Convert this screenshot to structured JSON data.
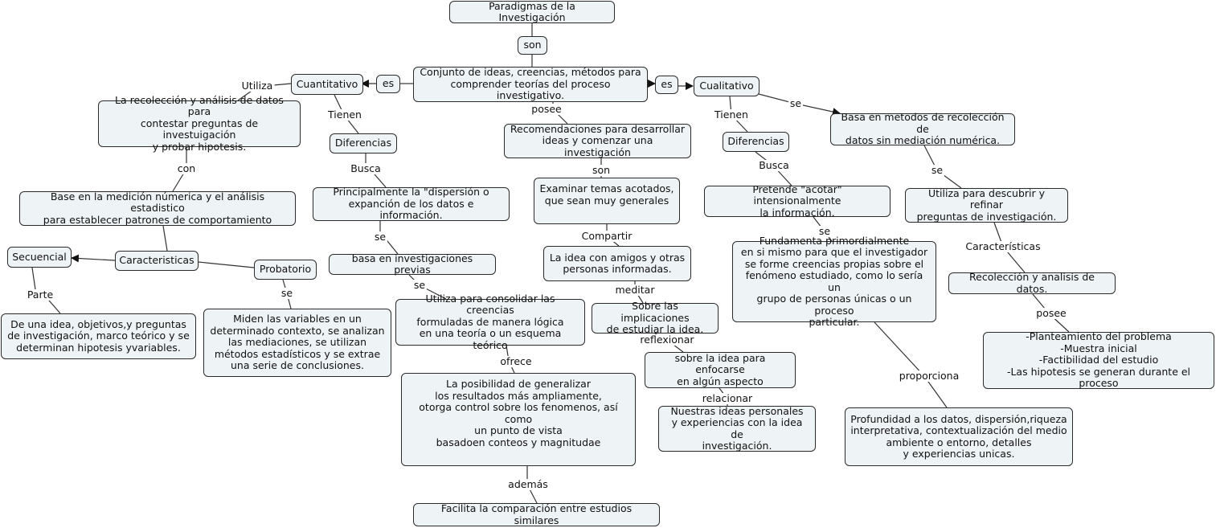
{
  "nodes": {
    "paradigmas": "Paradigmas de la Investigación",
    "son": "son",
    "conjunto": "Conjunto de ideas, creencias, métodos para\ncomprender teorías del proceso investigativo.",
    "es_left": "es",
    "es_right": "es",
    "cuantitativo": "Cuantitativo",
    "cualitativo": "Cualitativo",
    "recoleccion_cuant": "La recolección y análisis de datos para\ncontestar preguntas de investuigación\ny probar hipotesis.",
    "base_medicion": "Base en la medición númerica y el análisis estadistico\npara establecer patrones de comportamiento",
    "secuencial": "Secuencial",
    "caracteristicas_cuant": "Caracteristicas",
    "probatorio": "Probatorio",
    "de_una_idea": "De una idea, objetivos,y preguntas\nde investigación, marco teórico y se\ndeterminan hipotesis yvariables.",
    "miden": "Miden las variables en un\ndeterminado contexto, se analizan\nlas mediaciones, se utilizan\nmétodos estadísticos y se extrae\nuna serie de conclusiones.",
    "diferencias_cuant": "Diferencias",
    "dispersion": "Principalmente la \"dispersión o\nexpanción de los datos e información.",
    "basa_invest": "basa en investigaciones previas",
    "consolidar": "Utiliza para consolidar las creencias\nformuladas de manera lógica\nen una teoría o un esquema teórico",
    "generalizar": "La posibilidad de generalizar\nlos resultados más ampliamente,\notorga control sobre los fenomenos, así como\nun punto de vista\nbasadoen conteos y magnitudae",
    "facilita": "Facilita la comparación entre estudios similares",
    "recomendaciones": "Recomendaciones para desarrollar\nideas y comenzar una investigación",
    "examinar": "Examinar temas acotados,\nque sean muy generales",
    "idea_amigos": "La idea con amigos y otras\npersonas informadas.",
    "implicaciones": "Sobre las implicaciones\nde estudiar la idea.",
    "enfocarse": "sobre la idea para enfocarse\nen algún aspecto",
    "nuestras_ideas": "Nuestras ideas personales\ny experiencias con la idea de\ninvestigación.",
    "diferencias_cual": "Diferencias",
    "acotar": "Pretende \"acotar\" intensionalmente\nla información.",
    "fundamenta": "Fundamenta primordialmente\nen si mismo para que el investigador\nse forme creencias propias sobre el\nfenómeno estudiado, como lo sería un\ngrupo de personas únicas o un proceso\nparticular.",
    "profundidad": "Profundidad a los datos, dispersión,riqueza\ninterpretativa, contextualización del medio\nambiente o entorno, detalles\ny experiencias unicas.",
    "basa_metodos": "Basa en metodos de recolección de\ndatos sin mediación numérica.",
    "descubrir": "Utiliza para descubrir y refinar\npreguntas de investigación.",
    "recoleccion_analisis": "Recolección y analisis de datos.",
    "planteamiento": "-Planteamiento del problema\n-Muestra inicial\n-Factibilidad del estudio\n-Las hipotesis se generan durante el proceso"
  },
  "labels": {
    "utiliza": "Utiliza",
    "tienen_cuant": "Tienen",
    "con": "con",
    "parte": "Parte",
    "se_probatorio": "se",
    "busca_cuant": "Busca",
    "se_dispersion": "se",
    "se_basa": "se",
    "ofrece": "ofrece",
    "ademas": "además",
    "posee_conjunto": "posee",
    "son_recom": "son",
    "compartir": "Compartir",
    "meditar": "meditar",
    "reflexionar": "reflexionar",
    "relacionar": "relacionar",
    "tienen_cual": "Tienen",
    "busca_cual": "Busca",
    "se_acotar": "se",
    "proporciona": "proporciona",
    "se_cualitativo": "se",
    "se_basa_metodos": "se",
    "caracteristicas_cual": "Características",
    "posee_recoleccion": "posee"
  },
  "colors": {
    "node_fill": "#eef3f5",
    "node_border": "#2b2b2b",
    "line": "#333333"
  }
}
